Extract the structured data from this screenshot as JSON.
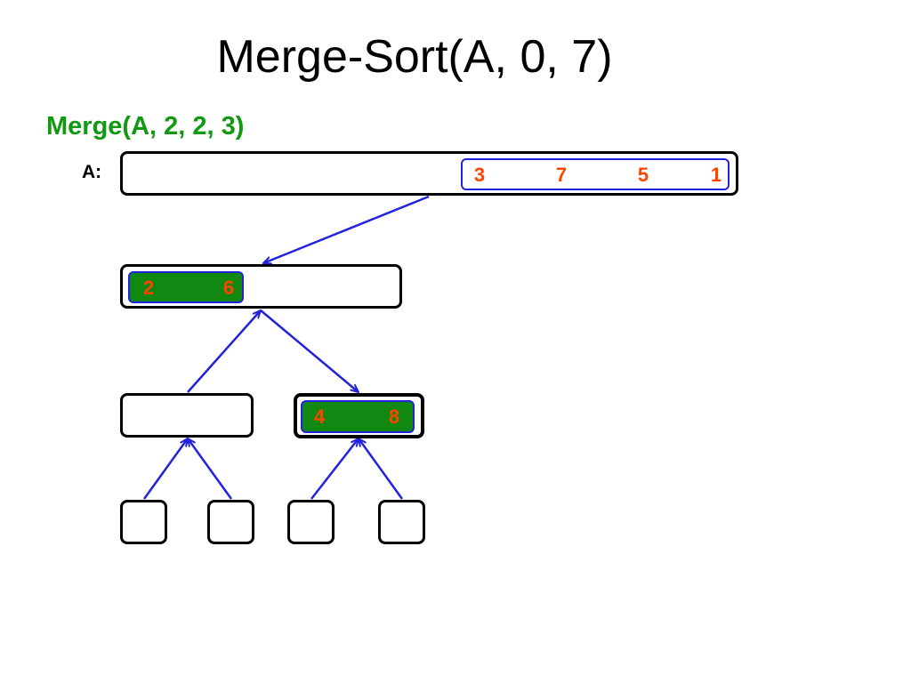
{
  "title": "Merge-Sort(A, 0, 7)",
  "subtitle": "Merge(A, 2, 2, 3)",
  "array_label": "A:",
  "colors": {
    "subtitle": "#119911",
    "value_text": "#ff4400",
    "arrow": "#2222dd",
    "merged_fill": "#118811"
  },
  "root": {
    "values": [
      "3",
      "7",
      "5",
      "1"
    ]
  },
  "level1": {
    "values": [
      "2",
      "6"
    ]
  },
  "level2_right": {
    "values": [
      "4",
      "8"
    ]
  }
}
